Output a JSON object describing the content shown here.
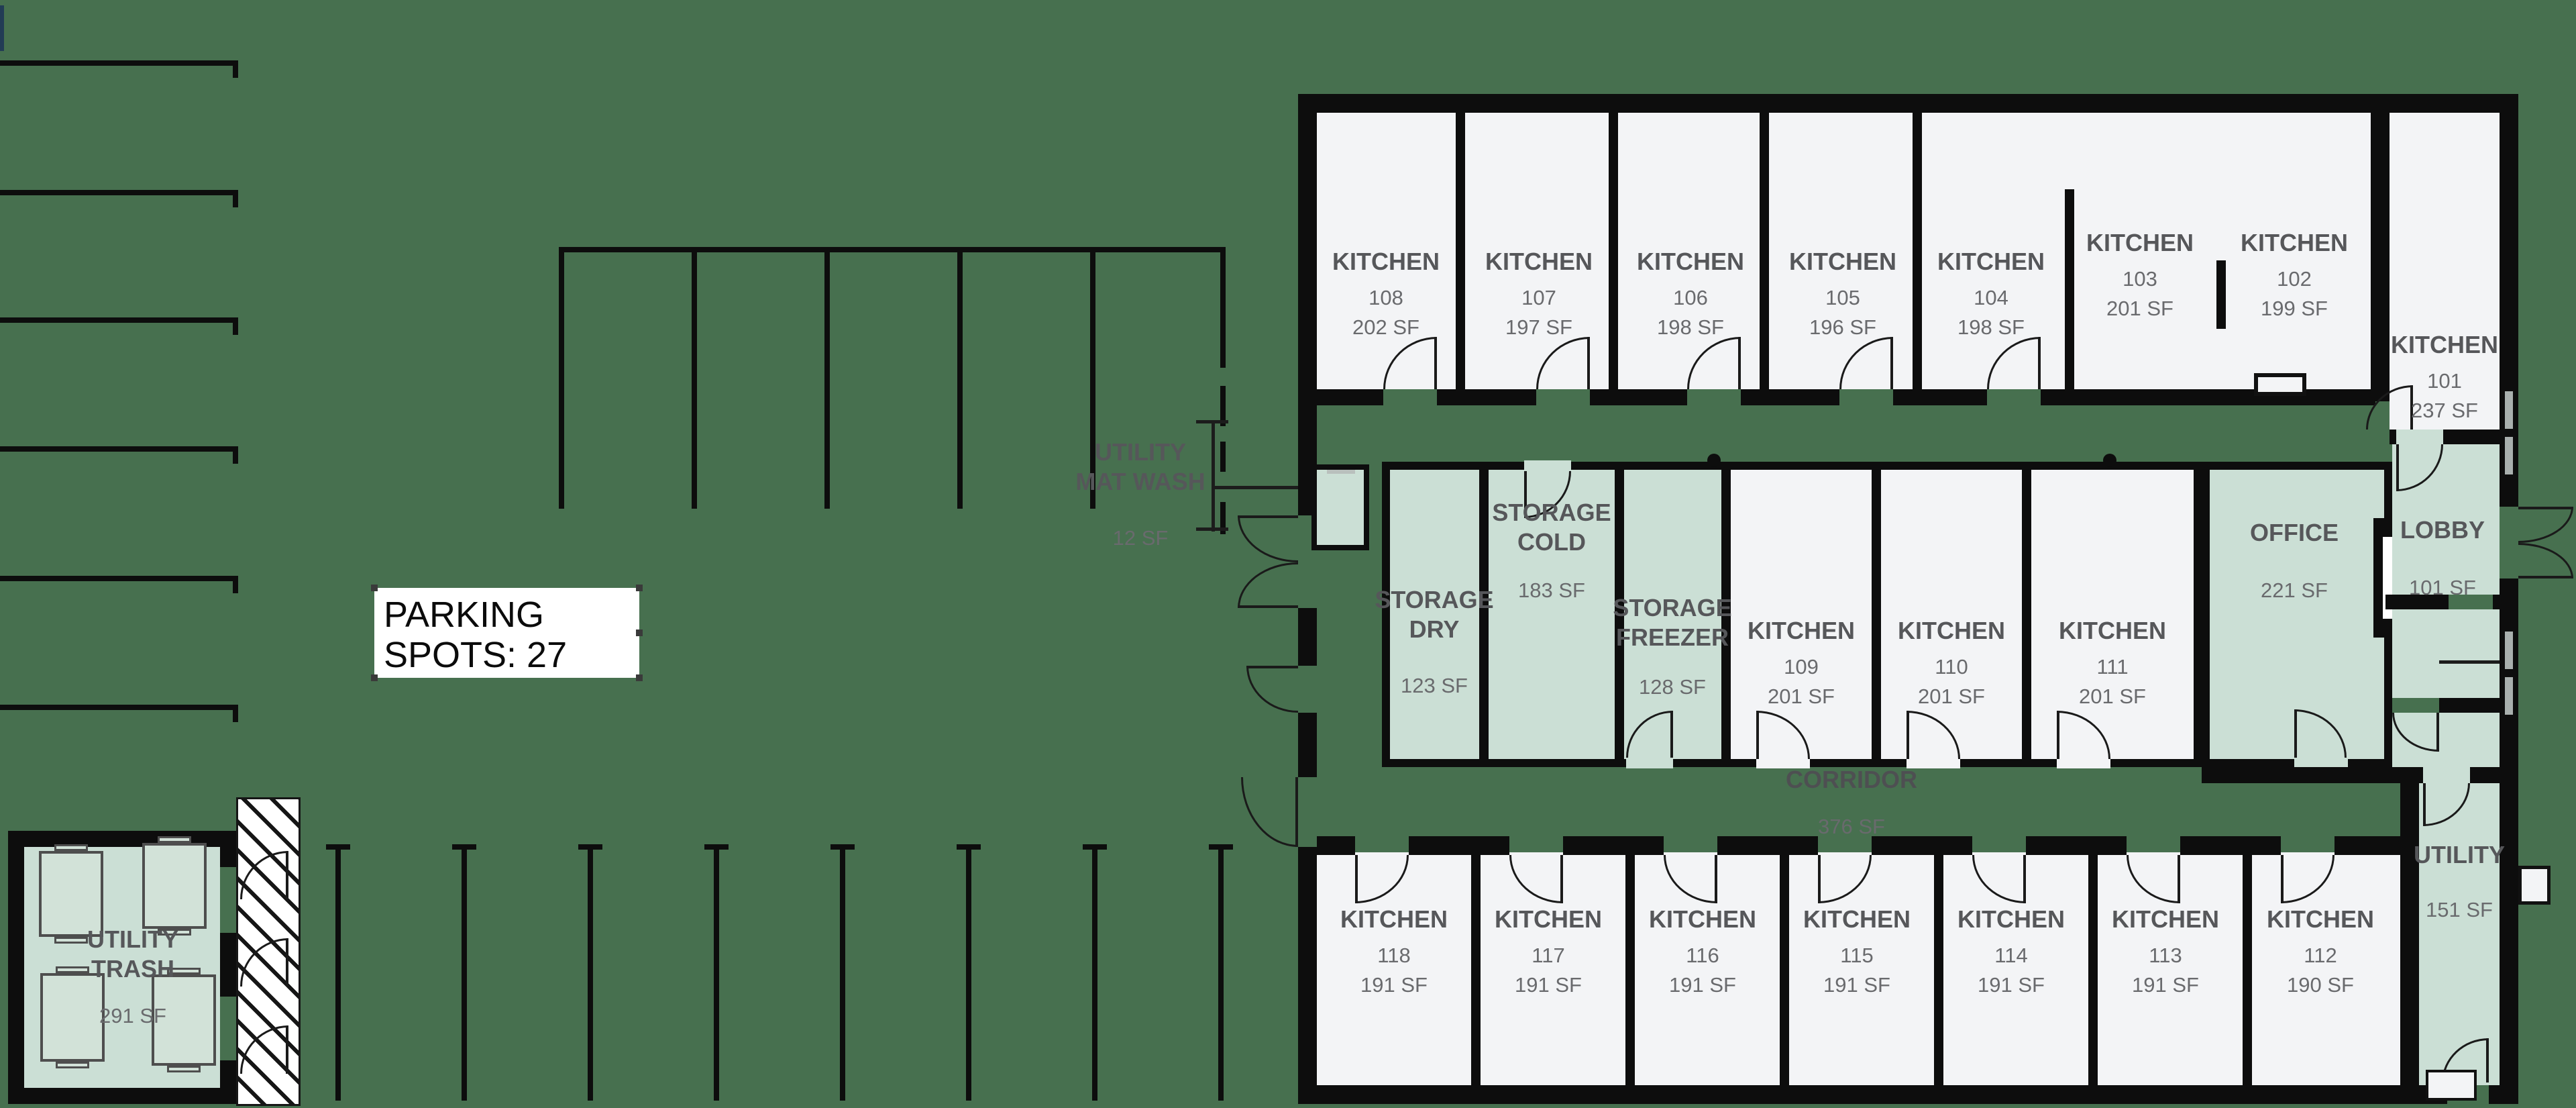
{
  "background": "#47704f",
  "colors": {
    "wall": "#0d0d0d",
    "room_fill": "#f3f4f6",
    "highlight_fill": "#cbdfd5",
    "label_text": "#58595a"
  },
  "annotation": {
    "line1": "PARKING",
    "line2": "SPOTS: 27"
  },
  "labels": {
    "corridor": {
      "name": "CORRIDOR",
      "area": "376 SF"
    },
    "mat_wash": {
      "name1": "UTILITY",
      "name2": "MAT WASH",
      "area": "12 SF"
    },
    "trash": {
      "name1": "UTILITY",
      "name2": "TRASH",
      "area": "291 SF"
    }
  },
  "rooms": {
    "k108": {
      "name": "KITCHEN",
      "number": "108",
      "area": "202 SF"
    },
    "k107": {
      "name": "KITCHEN",
      "number": "107",
      "area": "197 SF"
    },
    "k106": {
      "name": "KITCHEN",
      "number": "106",
      "area": "198 SF"
    },
    "k105": {
      "name": "KITCHEN",
      "number": "105",
      "area": "196 SF"
    },
    "k104": {
      "name": "KITCHEN",
      "number": "104",
      "area": "198 SF"
    },
    "k103": {
      "name": "KITCHEN",
      "number": "103",
      "area": "201 SF"
    },
    "k102": {
      "name": "KITCHEN",
      "number": "102",
      "area": "199 SF"
    },
    "k101": {
      "name": "KITCHEN",
      "number": "101",
      "area": "237 SF"
    },
    "storage_dry": {
      "name1": "STORAGE",
      "name2": "DRY",
      "area": "123 SF"
    },
    "storage_cold": {
      "name1": "STORAGE",
      "name2": "COLD",
      "area": "183 SF"
    },
    "storage_freezer": {
      "name1": "STORAGE",
      "name2": "FREEZER",
      "area": "128 SF"
    },
    "k109": {
      "name": "KITCHEN",
      "number": "109",
      "area": "201 SF"
    },
    "k110": {
      "name": "KITCHEN",
      "number": "110",
      "area": "201 SF"
    },
    "k111": {
      "name": "KITCHEN",
      "number": "111",
      "area": "201 SF"
    },
    "office": {
      "name": "OFFICE",
      "area": "221 SF"
    },
    "lobby": {
      "name": "LOBBY",
      "area": "101 SF"
    },
    "utility": {
      "name": "UTILITY",
      "area": "151 SF"
    },
    "k118": {
      "name": "KITCHEN",
      "number": "118",
      "area": "191 SF"
    },
    "k117": {
      "name": "KITCHEN",
      "number": "117",
      "area": "191 SF"
    },
    "k116": {
      "name": "KITCHEN",
      "number": "116",
      "area": "191 SF"
    },
    "k115": {
      "name": "KITCHEN",
      "number": "115",
      "area": "191 SF"
    },
    "k114": {
      "name": "KITCHEN",
      "number": "114",
      "area": "191 SF"
    },
    "k113": {
      "name": "KITCHEN",
      "number": "113",
      "area": "191 SF"
    },
    "k112": {
      "name": "KITCHEN",
      "number": "112",
      "area": "190 SF"
    }
  }
}
